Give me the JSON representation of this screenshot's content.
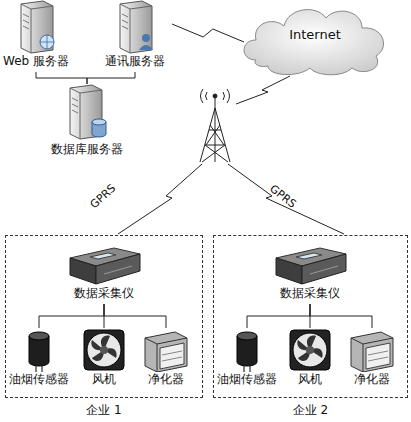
{
  "diagram": {
    "nodes": [
      {
        "text": [
          "Web 服务器"
        ]
      },
      {
        "text": [
          "通讯服务器"
        ]
      },
      {
        "text": [
          "Internet"
        ]
      },
      {
        "text": [
          "数据库服务器"
        ]
      },
      {
        "text": [
          "企业 1"
        ]
      },
      {
        "text": [
          "数据采集仪"
        ],
        "in": 4
      },
      {
        "text": [
          "油烟传感器"
        ],
        "in": 4
      },
      {
        "text": [
          "风机"
        ],
        "in": 4
      },
      {
        "text": [
          "净化器"
        ],
        "in": 4
      },
      {
        "text": [
          "企业 2"
        ]
      },
      {
        "text": [
          "数据采集仪"
        ],
        "in": 9
      },
      {
        "text": [
          "油烟传感器"
        ],
        "in": 9
      },
      {
        "text": [
          "风机"
        ],
        "in": 9
      },
      {
        "text": [
          "净化器"
        ],
        "in": 9
      }
    ],
    "edges": [
      {
        "from": 0,
        "to": 3,
        "arrow": "none"
      },
      {
        "from": 1,
        "to": 3,
        "arrow": "none"
      },
      {
        "from": 1,
        "to": 2,
        "arrow": "none"
      },
      {
        "from": 5,
        "to": 6,
        "arrow": "none"
      },
      {
        "from": 5,
        "to": 7,
        "arrow": "none"
      },
      {
        "from": 5,
        "to": 8,
        "arrow": "none"
      },
      {
        "from": 10,
        "to": 11,
        "arrow": "none"
      },
      {
        "from": 10,
        "to": 12,
        "arrow": "none"
      },
      {
        "from": 10,
        "to": 13,
        "arrow": "none"
      }
    ],
    "labels": [
      "GPRS",
      "GPRS"
    ]
  }
}
